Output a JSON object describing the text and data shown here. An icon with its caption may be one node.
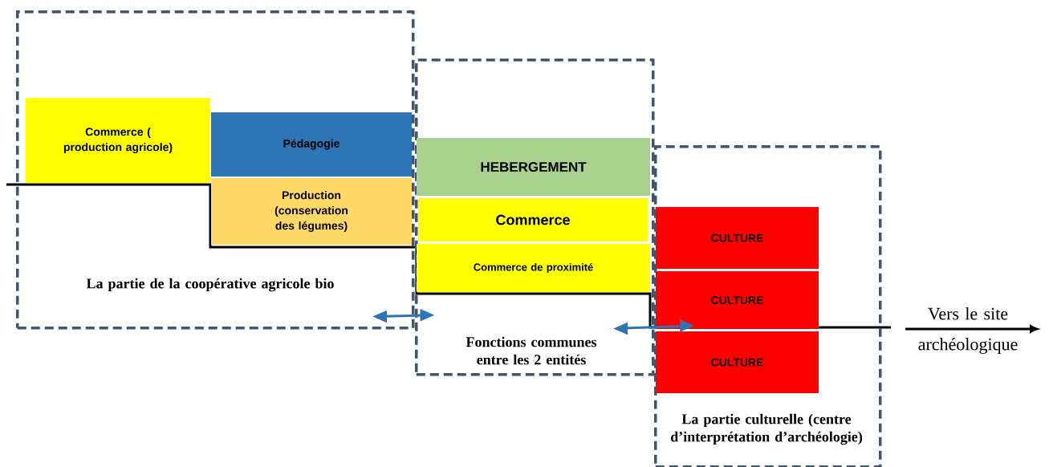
{
  "diagram": {
    "nodes": [
      {
        "text": [
          "La partie de la coopérative agricole bio"
        ]
      },
      {
        "text": [
          "Commerce ( production agricole)"
        ],
        "in": 0
      },
      {
        "text": [
          "Pédagogie"
        ],
        "in": 0
      },
      {
        "text": [
          "Production (conservation des légumes)"
        ],
        "in": 0
      },
      {
        "text": [
          "Fonctions communes entre les 2 entités"
        ]
      },
      {
        "text": [
          "HEBERGEMENT"
        ],
        "in": 4
      },
      {
        "text": [
          "Commerce"
        ],
        "in": 4
      },
      {
        "text": [
          "Commerce de proximité"
        ],
        "in": 4
      },
      {
        "text": [
          "La partie culturelle (centre d’interprétation d’archéologie)"
        ]
      },
      {
        "text": [
          "CULTURE"
        ],
        "in": 8
      },
      {
        "text": [
          "CULTURE"
        ],
        "in": 8
      },
      {
        "text": [
          "CULTURE"
        ],
        "in": 8
      }
    ],
    "edges": [
      {
        "from": 0,
        "to": 4,
        "arrow": "both"
      },
      {
        "from": 4,
        "to": 10,
        "arrow": "both"
      }
    ],
    "labels": [
      "Vers le site archéologique"
    ]
  }
}
